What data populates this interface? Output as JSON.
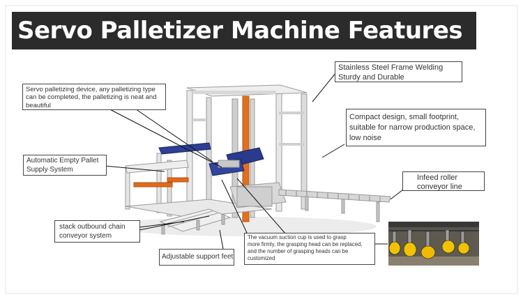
{
  "title": "Servo Palletizer Machine Features",
  "callouts": {
    "frame": [
      "Stainless Steel Frame Welding",
      "Sturdy and Durable"
    ],
    "servo": [
      "Servo palletizing device, any palletizing type",
      "can be completed, the palletizing is neat and",
      "beautiful"
    ],
    "compact": [
      "Compact design, small footprint,",
      "suitable for narrow production space,",
      "low noise"
    ],
    "empty_pallet": [
      "Automatic Empty Pallet",
      "Supply System"
    ],
    "infeed": [
      "Infeed roller",
      "conveyor line"
    ],
    "outbound": [
      "stack outbound chain",
      "conveyor system"
    ],
    "vacuum": [
      "The vacuum suction cup is used to grasp",
      "more firmly, the grasping head can be replaced,",
      "and the number of grasping heads can be",
      "customized"
    ],
    "support": [
      "Adjustable support feet"
    ]
  },
  "colors": {
    "title_bg": "#2b2b2b",
    "title_text": "#ffffff",
    "frame": "#e6e6e6",
    "column": "#e0701e",
    "gripper": "#2a3a8c",
    "suction_cup": "#f2c200"
  }
}
